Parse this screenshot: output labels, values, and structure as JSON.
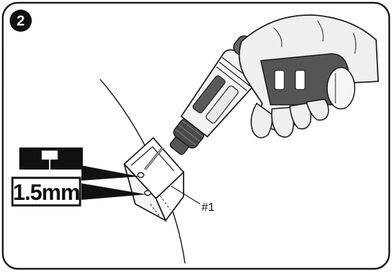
{
  "step": {
    "number": "2"
  },
  "callout": {
    "size": "1.5mm",
    "part": "#1"
  }
}
